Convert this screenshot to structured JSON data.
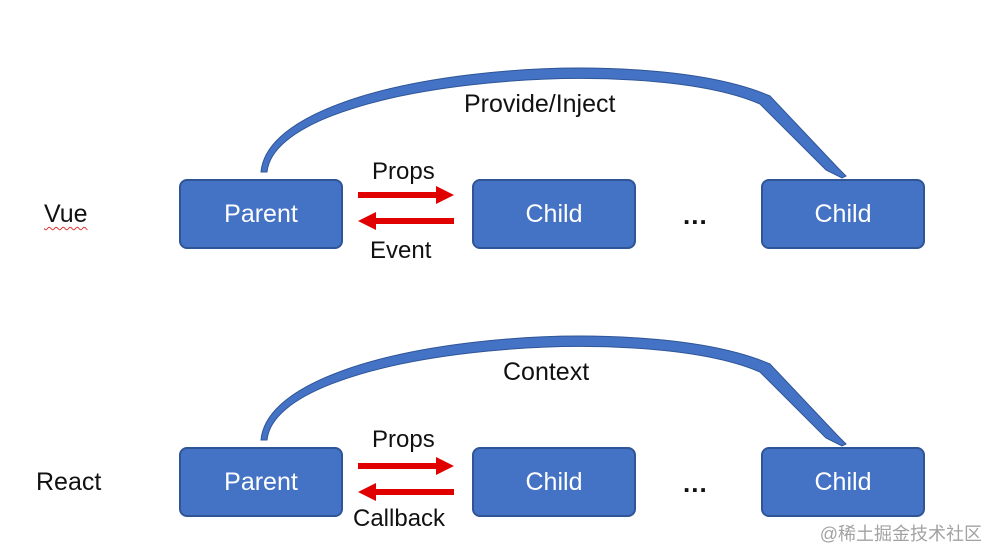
{
  "rows": {
    "vue": {
      "label": "Vue",
      "parent": "Parent",
      "child_1": "Child",
      "ellipsis": "...",
      "child_2": "Child",
      "top_arrow_label": "Props",
      "bottom_arrow_label": "Event",
      "arc_label": "Provide/Inject"
    },
    "react": {
      "label": "React",
      "parent": "Parent",
      "child_1": "Child",
      "ellipsis": "...",
      "child_2": "Child",
      "top_arrow_label": "Props",
      "bottom_arrow_label": "Callback",
      "arc_label": "Context"
    }
  },
  "watermark": "@稀土掘金技术社区",
  "colors": {
    "box_fill": "#4472c4",
    "box_border": "#2f5597",
    "arc": "#4472c4",
    "arrow": "#e00000"
  }
}
